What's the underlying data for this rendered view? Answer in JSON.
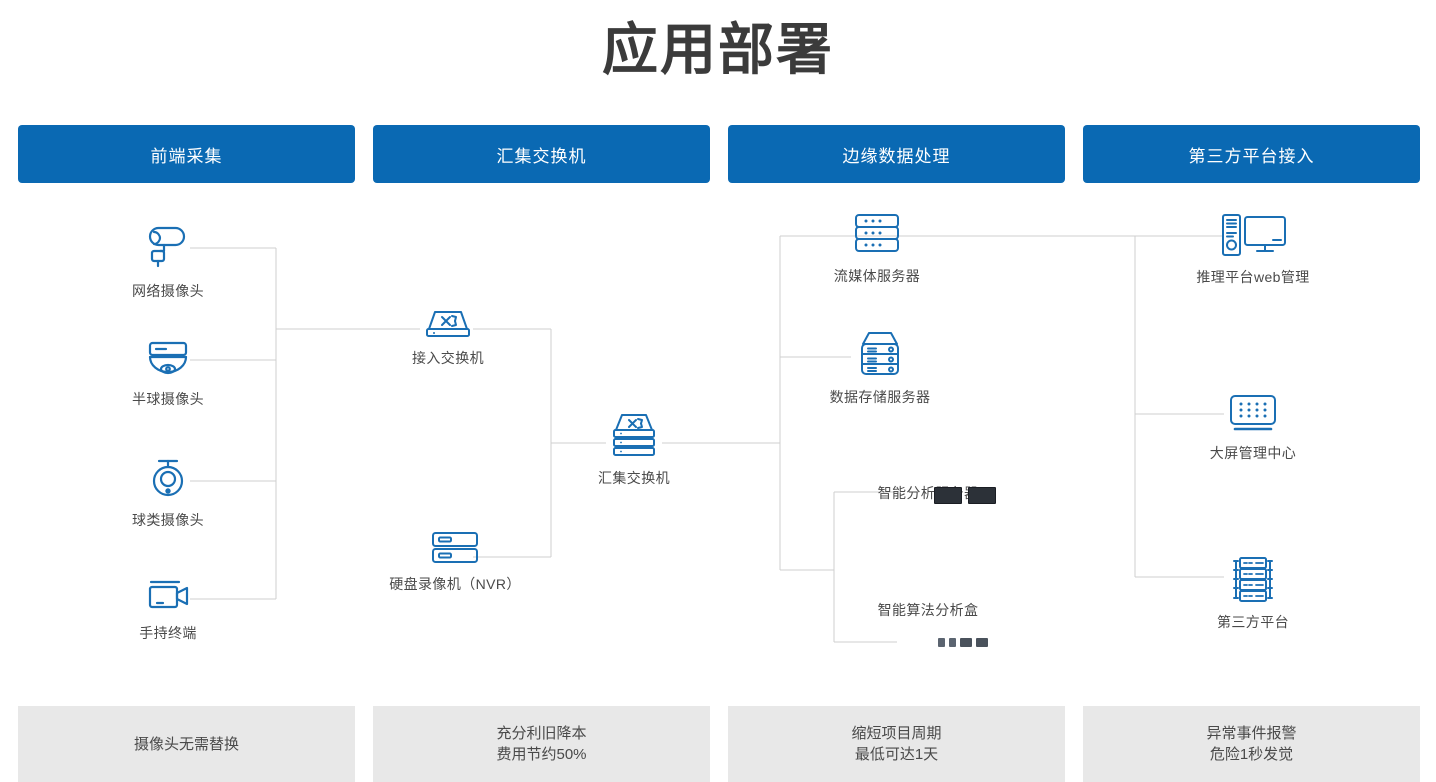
{
  "title": "应用部署",
  "theme": {
    "header_blue": "#0a69b3",
    "icon_blue": "#1a6fb4",
    "wire_gray": "#cfcfcf",
    "footer_gray": "#e8e8e8",
    "text_gray": "#4a4a4a"
  },
  "columns": [
    {
      "header": "前端采集"
    },
    {
      "header": "汇集交换机"
    },
    {
      "header": "边缘数据处理"
    },
    {
      "header": "第三方平台接入"
    }
  ],
  "nodes": {
    "network_camera": {
      "label": "网络摄像头",
      "icon": "bullet-camera-icon"
    },
    "dome_camera": {
      "label": "半球摄像头",
      "icon": "dome-camera-icon"
    },
    "ptz_camera": {
      "label": "球类摄像头",
      "icon": "ptz-camera-icon"
    },
    "handheld_terminal": {
      "label": "手持终端",
      "icon": "handheld-camcorder-icon"
    },
    "access_switch": {
      "label": "接入交换机",
      "icon": "switch-icon"
    },
    "nvr": {
      "label": "硬盘录像机（NVR）",
      "icon": "nvr-icon"
    },
    "aggregation_switch": {
      "label": "汇集交换机",
      "icon": "stacked-switch-icon"
    },
    "streaming_server": {
      "label": "流媒体服务器",
      "icon": "rack-server-icon"
    },
    "storage_server": {
      "label": "数据存储服务器",
      "icon": "storage-server-icon"
    },
    "analysis_server": {
      "label": "智能分析服务器",
      "icon": "rack-appliance-photo"
    },
    "algorithm_box": {
      "label": "智能算法分析盒",
      "icon": "edge-box-photo"
    },
    "web_management": {
      "label": "推理平台web管理",
      "icon": "desktop-pc-icon"
    },
    "screen_center": {
      "label": "大屏管理中心",
      "icon": "video-wall-icon"
    },
    "third_party_platform": {
      "label": "第三方平台",
      "icon": "server-cluster-icon"
    }
  },
  "benefits": [
    {
      "line1": "摄像头无需替换",
      "line2": ""
    },
    {
      "line1": "充分利旧降本",
      "line2": "费用节约50%"
    },
    {
      "line1": "缩短项目周期",
      "line2": "最低可达1天"
    },
    {
      "line1": "异常事件报警",
      "line2": "危险1秒发觉"
    }
  ]
}
